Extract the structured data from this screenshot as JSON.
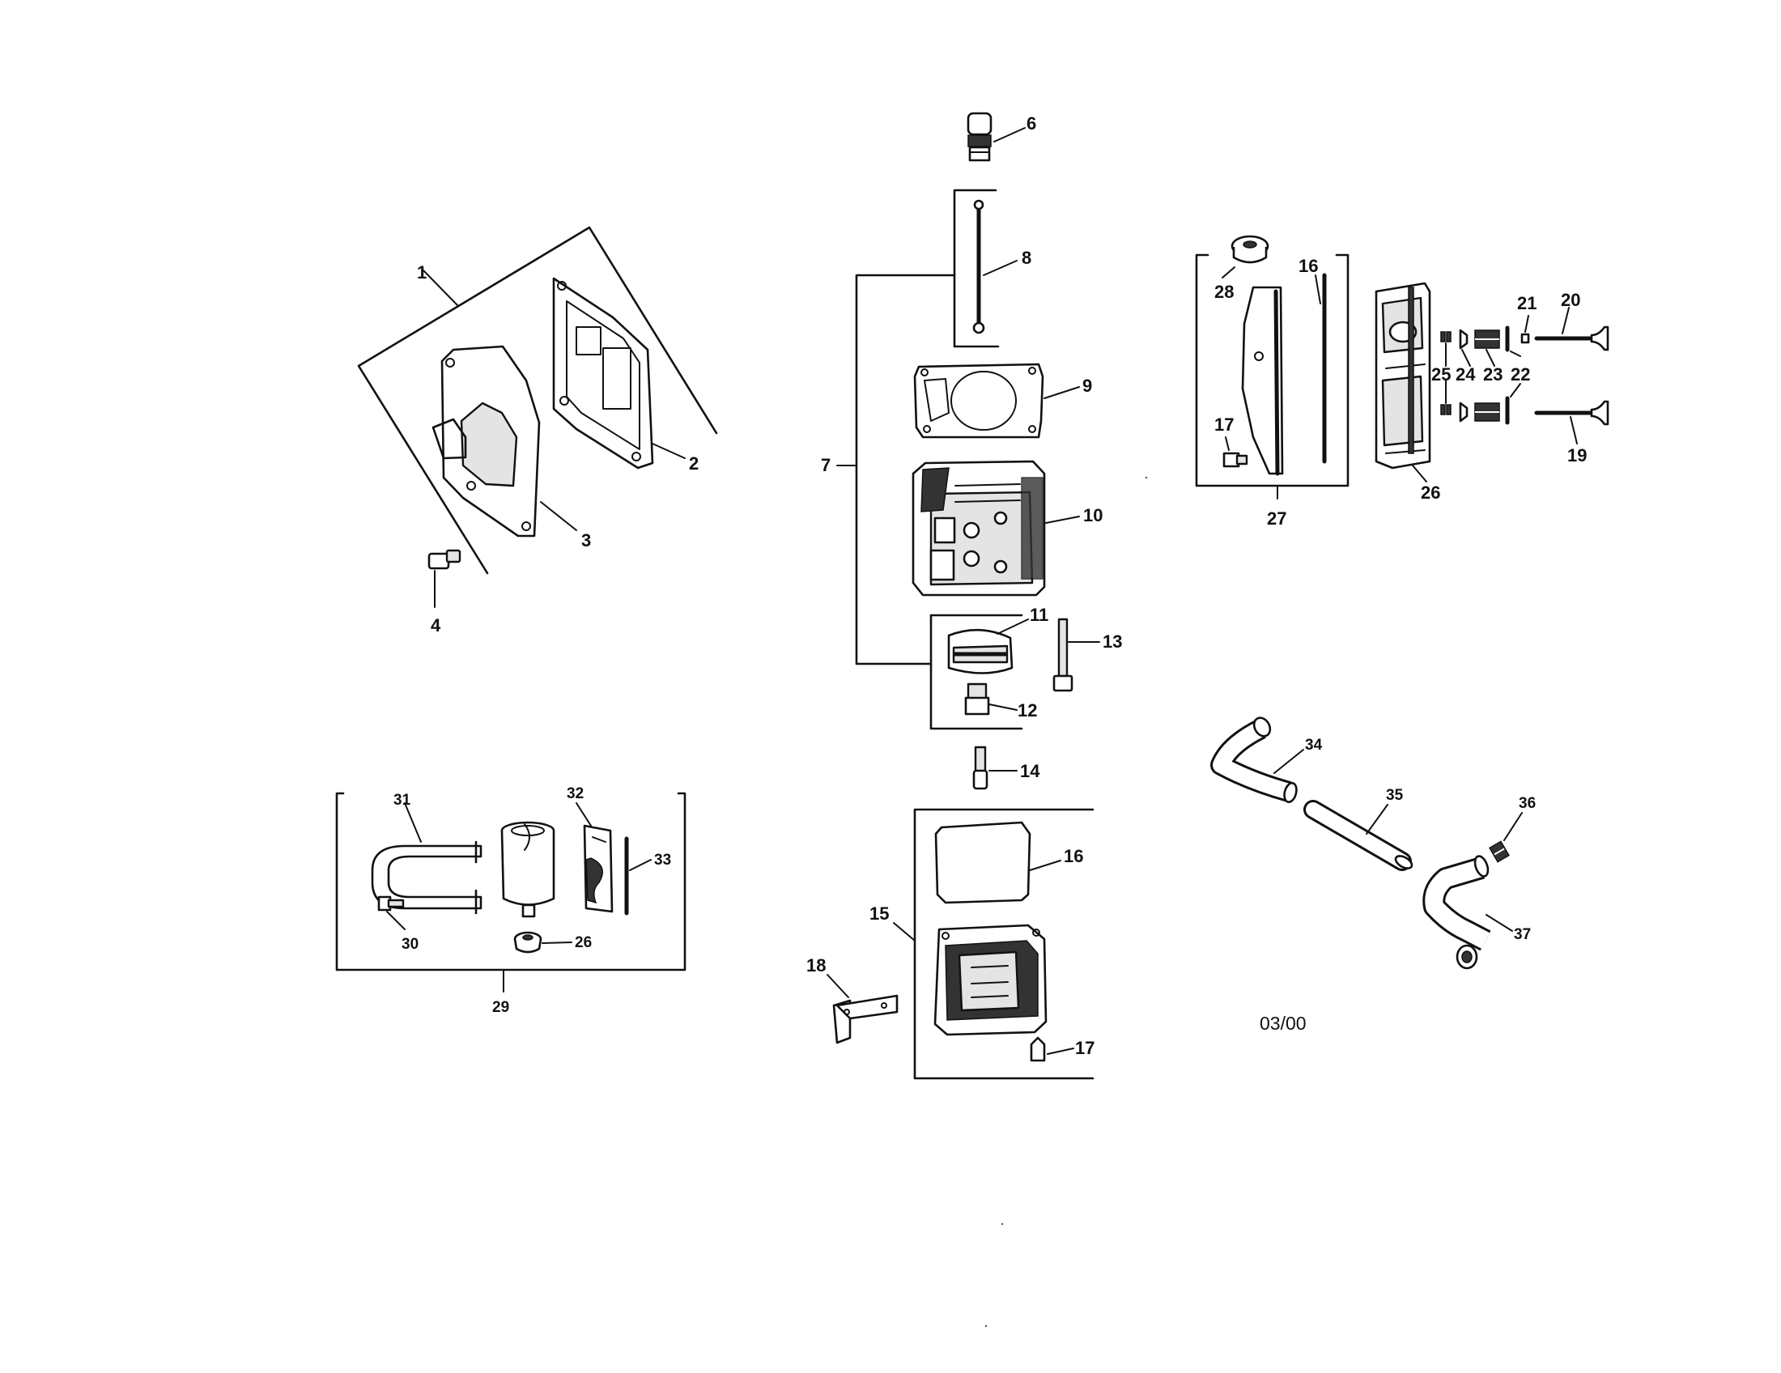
{
  "diagram": {
    "date_code": "03/00",
    "labels": {
      "p1": "1",
      "p2": "2",
      "p3": "3",
      "p4": "4",
      "p6": "6",
      "p7": "7",
      "p8": "8",
      "p9": "9",
      "p10": "10",
      "p11": "11",
      "p12": "12",
      "p13": "13",
      "p14": "14",
      "p15": "15",
      "p16a": "16",
      "p16b": "16",
      "p17a": "17",
      "p17b": "17",
      "p18": "18",
      "p19": "19",
      "p20": "20",
      "p21": "21",
      "p22": "22",
      "p23": "23",
      "p24": "24",
      "p25": "25",
      "p26a": "26",
      "p26b": "26",
      "p27": "27",
      "p28": "28",
      "p29": "29",
      "p30": "30",
      "p31": "31",
      "p32": "32",
      "p33": "33",
      "p34": "34",
      "p35": "35",
      "p36": "36",
      "p37": "37"
    }
  }
}
